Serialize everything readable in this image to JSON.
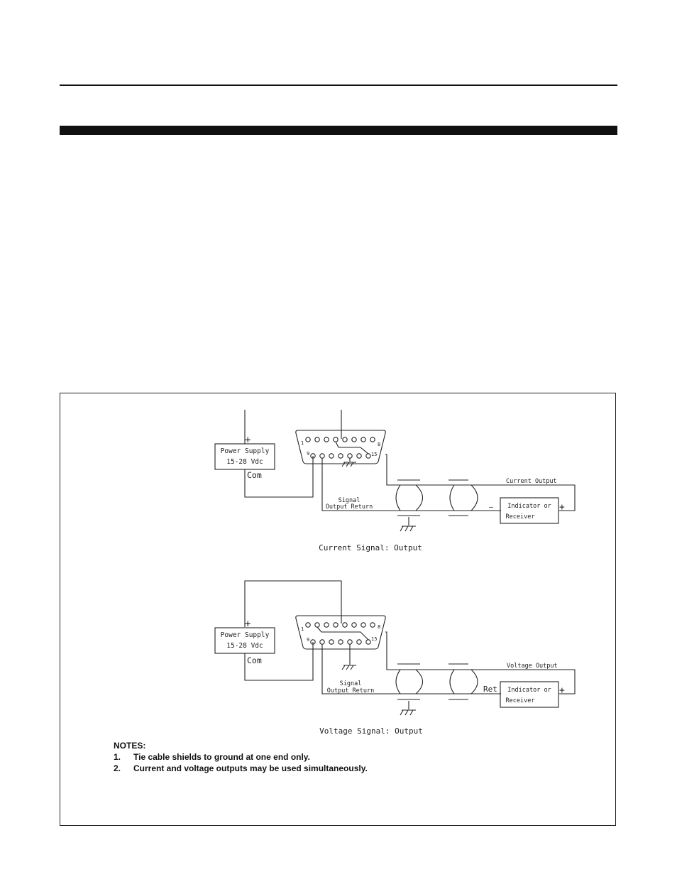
{
  "diagrams": {
    "current": {
      "caption": "Current Signal: Output",
      "supply_plus": "+",
      "supply_line1": "Power Supply",
      "supply_line2": "15-28 Vdc",
      "supply_com": "Com",
      "pin_1": "1",
      "pin_8": "8",
      "pin_9": "9",
      "pin_15": "15",
      "output_label": "Current Output",
      "return_line1": "Signal",
      "return_line2": "Output Return",
      "indicator_line1": "Indicator or",
      "indicator_line2": "Receiver",
      "indicator_minus": "—",
      "indicator_plus": "+"
    },
    "voltage": {
      "caption": "Voltage Signal: Output",
      "supply_plus": "+",
      "supply_line1": "Power Supply",
      "supply_line2": "15-28 Vdc",
      "supply_com": "Com",
      "pin_1": "1",
      "pin_8": "8",
      "pin_9": "9",
      "pin_15": "15",
      "output_label": "Voltage Output",
      "return_line1": "Signal",
      "return_line2": "Output Return",
      "indicator_line1": "Indicator or",
      "indicator_line2": "Receiver",
      "indicator_ret": "Ret",
      "indicator_plus": "+"
    }
  },
  "notes": {
    "heading": "NOTES:",
    "items": [
      {
        "num": "1.",
        "text": "Tie cable shields to ground at one end only."
      },
      {
        "num": "2.",
        "text": "Current and voltage outputs may be used simultaneously."
      }
    ]
  }
}
